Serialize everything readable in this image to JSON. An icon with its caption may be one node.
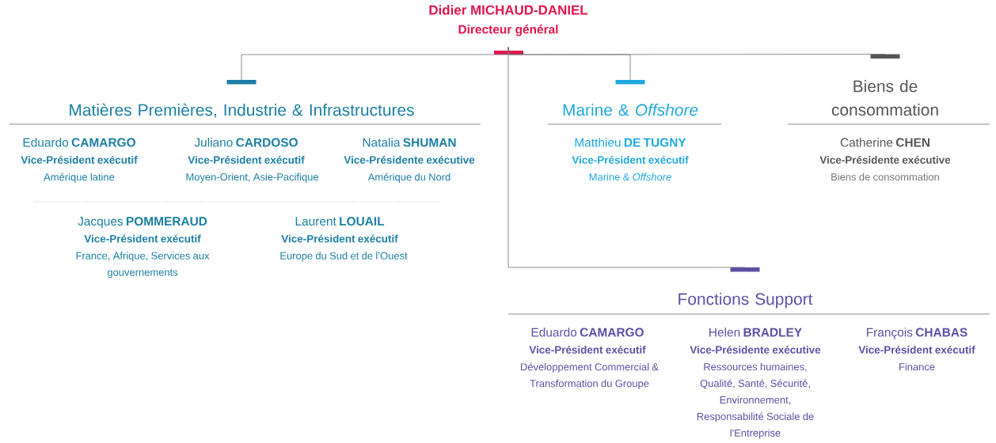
{
  "diagram": {
    "nodes": [
      {
        "text": [
          "Didier MICHAUD-DANIEL",
          "Directeur général"
        ]
      },
      {
        "text": [
          "Matières Premières, Industrie & Infrastructures"
        ]
      },
      {
        "text": [
          "Marine & *Offshore*"
        ]
      },
      {
        "text": [
          "Biens de consommation"
        ]
      },
      {
        "text": [
          "Eduardo **CAMARGO**",
          "Vice-Président exécutif",
          "Amérique latine"
        ]
      },
      {
        "text": [
          "Juliano **CARDOSO**",
          "Vice-Président exécutif",
          "Moyen-Orient, Asie-Pacifique"
        ]
      },
      {
        "text": [
          "Natalia **SHUMAN**",
          "Vice-Présidente exécutive",
          "Amérique du Nord"
        ]
      },
      {
        "text": [
          "Matthieu **DE TUGNY**",
          "Vice-Président exécutif",
          "Marine & *Offshore*"
        ]
      },
      {
        "text": [
          "Catherine **CHEN**",
          "Vice-Présidente exécutive",
          "Biens de consommation"
        ]
      },
      {
        "text": [
          "Jacques **POMMERAUD**",
          "Vice-Président exécutif",
          "France, Afrique, Services aux gouvernements"
        ]
      },
      {
        "text": [
          "Laurent **LOUAIL**",
          "Vice-Président exécutif",
          "Europe du Sud et de l’Ouest"
        ]
      },
      {
        "text": [
          "Fonctions Support"
        ]
      },
      {
        "text": [
          "Eduardo **CAMARGO**",
          "Vice-Président exécutif",
          "Développement Commercial & Transformation du Groupe"
        ]
      },
      {
        "text": [
          "Helen **BRADLEY**",
          "Vice-Présidente exécutive",
          "Ressources humaines, Qualité, Santé, Sécurité, Environnement, Responsabilité Sociale de l'Entreprise"
        ]
      },
      {
        "text": [
          "François **CHABAS**",
          "Vice-Président exécutif",
          "Finance"
        ]
      }
    ],
    "edges": [
      {
        "from": 0,
        "to": 1,
        "arrow": "none"
      },
      {
        "from": 0,
        "to": 2,
        "arrow": "none"
      },
      {
        "from": 0,
        "to": 3,
        "arrow": "none"
      },
      {
        "from": 0,
        "to": 11,
        "arrow": "none"
      }
    ]
  }
}
